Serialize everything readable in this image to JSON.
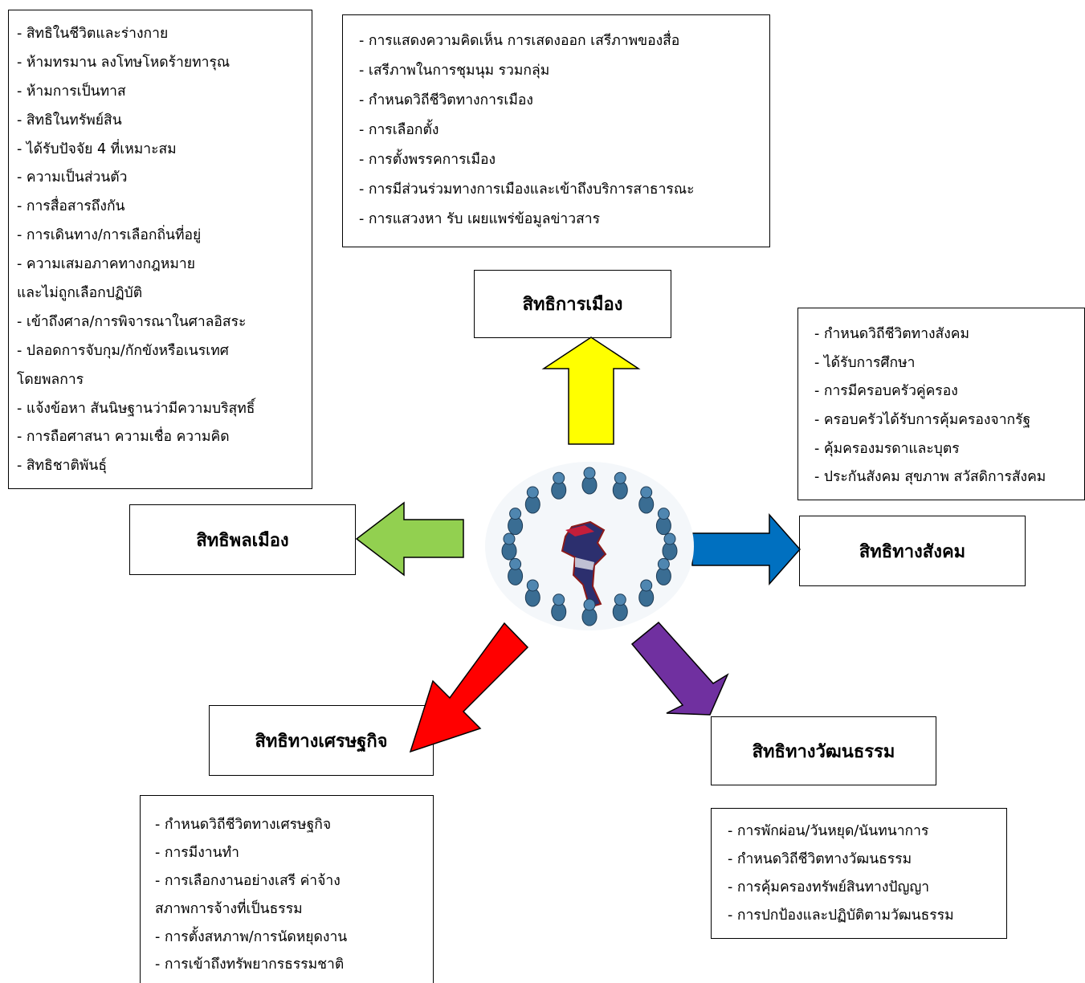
{
  "civil": {
    "title": "สิทธิพลเมือง",
    "items": [
      "- สิทธิในชีวิตและร่างกาย",
      "- ห้ามทรมาน ลงโทษโหดร้ายทารุณ",
      "- ห้ามการเป็นทาส",
      "- สิทธิในทรัพย์สิน",
      "- ได้รับปัจจัย 4 ที่เหมาะสม",
      "- ความเป็นส่วนตัว",
      "- การสื่อสารถึงกัน",
      "- การเดินทาง/การเลือกถิ่นที่อยู่",
      "- ความเสมอภาคทางกฎหมาย",
      "และไม่ถูกเลือกปฏิบัติ",
      "- เข้าถึงศาล/การพิจารณาในศาลอิสระ",
      "- ปลอดการจับกุม/กักขังหรือเนรเทศ",
      "โดยพลการ",
      "- แจ้งข้อหา สันนิษฐานว่ามีความบริสุทธิ์",
      "- การถือศาสนา ความเชื่อ ความคิด",
      "- สิทธิชาติพันธุ์"
    ]
  },
  "political": {
    "title": "สิทธิการเมือง",
    "items": [
      "- การแสดงความคิดเห็น การเสดงออก เสรีภาพของสื่อ",
      "- เสรีภาพในการชุมนุม รวมกลุ่ม",
      "- กำหนดวิถีชีวิตทางการเมือง",
      "- การเลือกตั้ง",
      "- การตั้งพรรคการเมือง",
      "- การมีส่วนร่วมทางการเมืองและเข้าถึงบริการสาธารณะ",
      "- การแสวงหา รับ เผยแพร่ข้อมูลข่าวสาร"
    ]
  },
  "social": {
    "title": "สิทธิทางสังคม",
    "items": [
      "- กำหนดวิถีชีวิตทางสังคม",
      "- ได้รับการศึกษา",
      "- การมีครอบครัวคู่ครอง",
      "- ครอบครัวได้รับการคุ้มครองจากรัฐ",
      "- คุ้มครองมรดาและบุตร",
      "- ประกันสังคม สุขภาพ สวัสดิการสังคม"
    ]
  },
  "economic": {
    "title": "สิทธิทางเศรษฐกิจ",
    "items": [
      "- กำหนดวิถีชีวิตทางเศรษฐกิจ",
      "- การมีงานทำ",
      "- การเลือกงานอย่างเสรี ค่าจ้าง",
      "สภาพการจ้างที่เป็นธรรม",
      "- การตั้งสหภาพ/การนัดหยุดงาน",
      "- การเข้าถึงทรัพยากรธรรมชาติ"
    ]
  },
  "cultural": {
    "title": "สิทธิทางวัฒนธรรม",
    "items": [
      "- การพักผ่อน/วันหยุด/นันทนาการ",
      "- กำหนดวิถีชีวิตทางวัฒนธรรม",
      "- การคุ้มครองทรัพย์สินทางปัญญา",
      "- การปกป้องและปฏิบัติตามวัฒนธรรม"
    ]
  },
  "colors": {
    "arrow_up": "#ffff00",
    "arrow_left": "#92d050",
    "arrow_right": "#0070c0",
    "arrow_down_left": "#ff0000",
    "arrow_down_right": "#7030a0"
  }
}
